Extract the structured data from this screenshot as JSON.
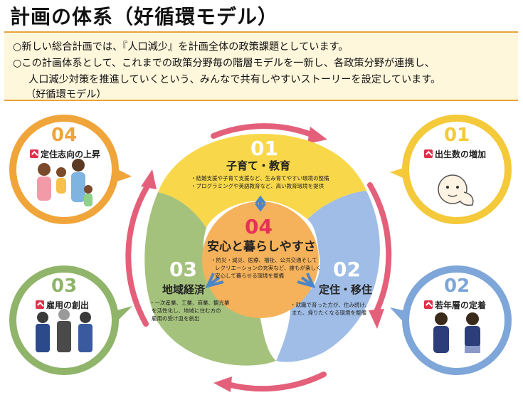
{
  "title": "計画の体系（好循環モデル）",
  "intro": {
    "line1": "○新しい総合計画では、『人口減少』を計画全体の政策課題としています。",
    "line2": "○この計画体系として、これまでの政策分野毎の階層モデルを一新し、各政策分野が連携し、",
    "line3": "人口減少対策を推進していくという、みんなで共有しやすいストーリーを設定しています。",
    "line4": "（好循環モデル）"
  },
  "center": {
    "num": "04",
    "title": "安心と暮らしやすさ",
    "bullets": [
      "・防災・減災、医療、福祉、公共交通そして",
      "レクリエーションの充実など、誰もが楽しく",
      "安心して暮らせる環境を整備"
    ]
  },
  "segments": [
    {
      "num": "01",
      "title": "子育て・教育",
      "color": "#f8d84a",
      "bullets": [
        "・結婚支援や子育て支援など、生み育てやすい環境の整備",
        "・プログラミングや英語教育など、高い教育環境を提供"
      ]
    },
    {
      "num": "02",
      "title": "定住・移住",
      "color": "#9fbde6",
      "bullets": [
        "・就職で育った方が、住み続け、",
        "また、帰りたくなる環境を整備"
      ]
    },
    {
      "num": "03",
      "title": "地域経済",
      "color": "#a5c27c",
      "bullets": [
        "・一次産業、工業、商業、観光業",
        "を活性化し、地域に住む方の",
        "雇用の受け皿を創出"
      ]
    }
  ],
  "outcomes": [
    {
      "num": "01",
      "label": "出生数の増加",
      "color": "#f4c93a",
      "illustration": "baby-illustration"
    },
    {
      "num": "02",
      "label": "若年層の定着",
      "color": "#7ea6d8",
      "illustration": "students-illustration"
    },
    {
      "num": "03",
      "label": "雇用の創出",
      "color": "#8fb46a",
      "illustration": "workers-illustration"
    },
    {
      "num": "04",
      "label": "定住志向の上昇",
      "color": "#f0a53a",
      "illustration": "family-illustration"
    }
  ],
  "colors": {
    "arrow": "#e4607a",
    "center_fill": "#f5b25a",
    "center_num": "#e8305a",
    "connector": "#4a86c8"
  }
}
